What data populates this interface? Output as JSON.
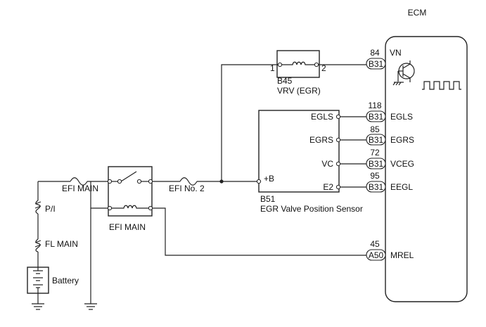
{
  "ecm": {
    "title": "ECM",
    "pins": [
      {
        "num": "84",
        "connector": "B31",
        "name": "VN"
      },
      {
        "num": "118",
        "connector": "B31",
        "name": "EGLS"
      },
      {
        "num": "85",
        "connector": "B31",
        "name": "EGRS"
      },
      {
        "num": "72",
        "connector": "B31",
        "name": "VCEG"
      },
      {
        "num": "95",
        "connector": "B31",
        "name": "EEGL"
      },
      {
        "num": "45",
        "connector": "A50",
        "name": "MREL"
      }
    ]
  },
  "vrv": {
    "code": "B45",
    "name": "VRV (EGR)",
    "pin1": "1",
    "pin2": "2"
  },
  "sensor": {
    "code": "B51",
    "name": "EGR Valve Position Sensor",
    "terminals": [
      "EGLS",
      "EGRS",
      "VC",
      "E2"
    ],
    "supply": "+B"
  },
  "labels": {
    "efi_main_fuse": "EFI MAIN",
    "efi_main_relay": "EFI MAIN",
    "efi_no2": "EFI No. 2",
    "pi": "P/I",
    "fl_main": "FL MAIN",
    "battery": "Battery"
  }
}
